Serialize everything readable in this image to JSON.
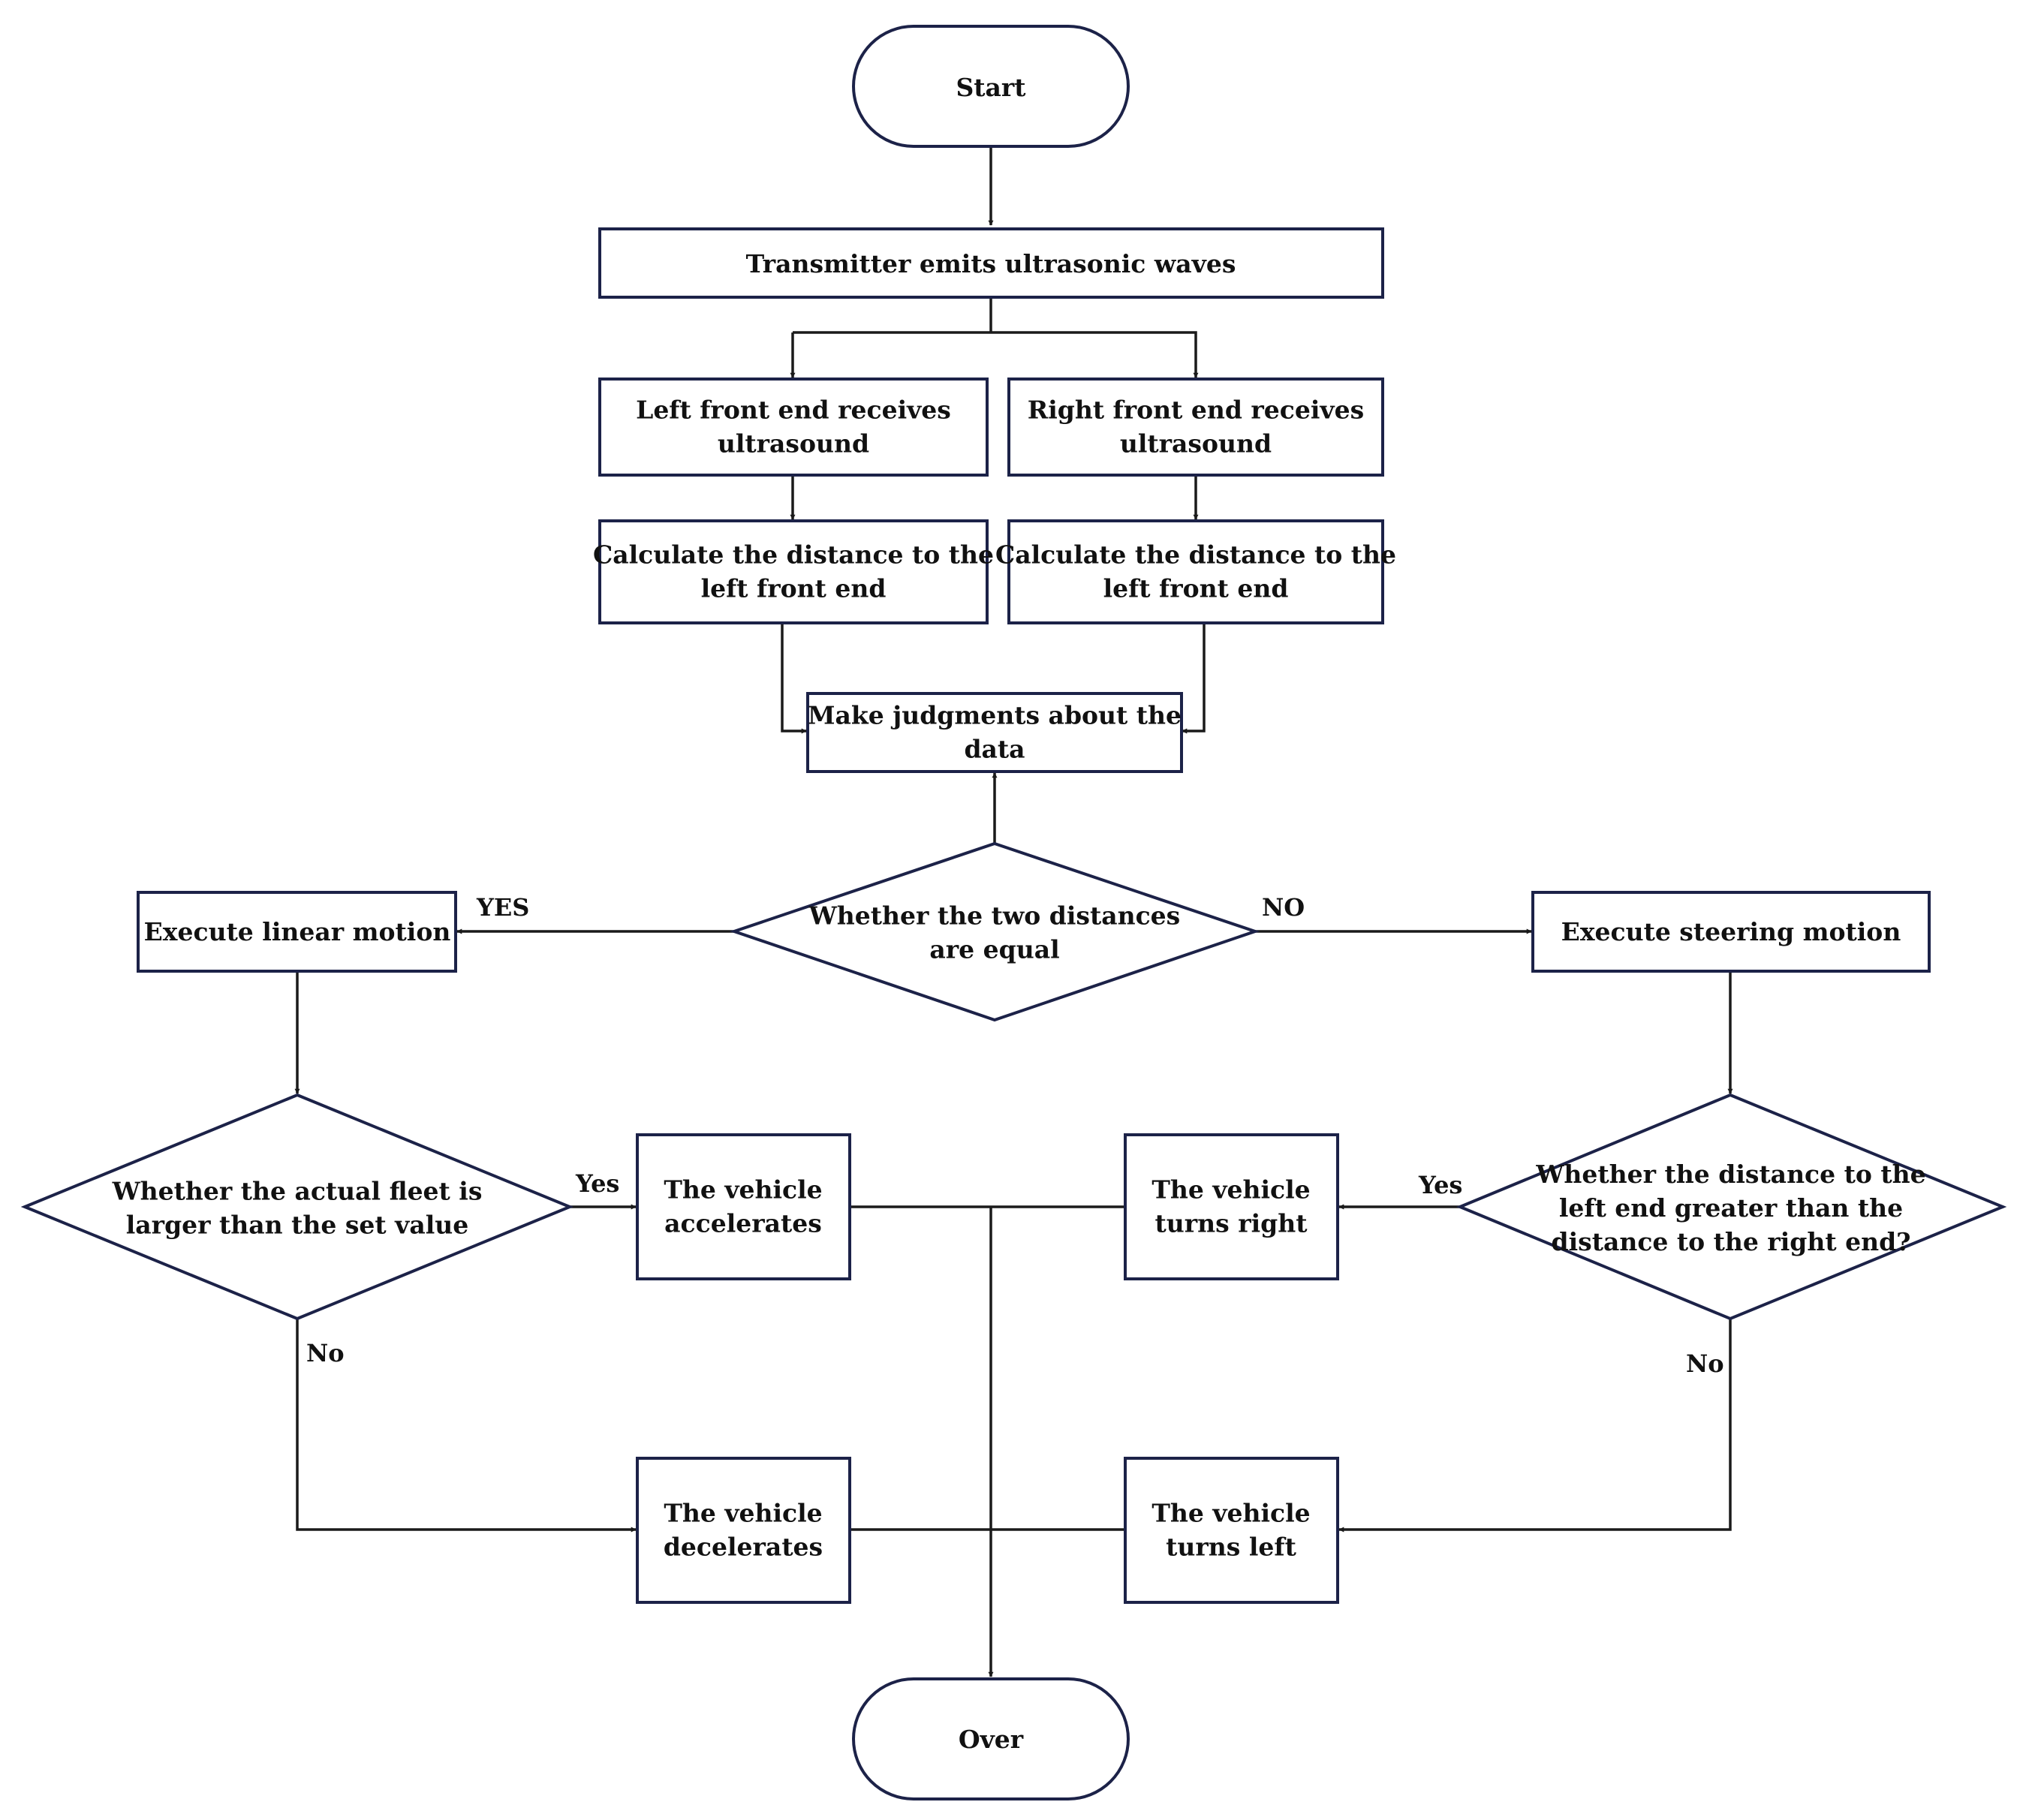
{
  "nodes": {
    "start": {
      "lines": [
        "Start"
      ]
    },
    "emit": {
      "lines": [
        "Transmitter emits ultrasonic waves"
      ]
    },
    "left_receive": {
      "lines": [
        "Left front end receives",
        "ultrasound"
      ]
    },
    "right_receive": {
      "lines": [
        "Right front end receives",
        "ultrasound"
      ]
    },
    "left_calc": {
      "lines": [
        "Calculate the distance to the",
        "left front end"
      ]
    },
    "right_calc": {
      "lines": [
        "Calculate the distance to the",
        "left front end"
      ]
    },
    "judge": {
      "lines": [
        "Make judgments about the",
        "data"
      ]
    },
    "equal_decision": {
      "lines": [
        "Whether the two  distances",
        "are equal"
      ]
    },
    "linear": {
      "lines": [
        "Execute linear motion"
      ]
    },
    "steering": {
      "lines": [
        "Execute steering motion"
      ]
    },
    "fleet_decision": {
      "lines": [
        "Whether the actual fleet is",
        "larger than the set value"
      ]
    },
    "distance_decision": {
      "lines": [
        "Whether the distance to the",
        "left end greater than the",
        "distance to the right end?"
      ]
    },
    "accelerates": {
      "lines": [
        "The vehicle",
        "accelerates"
      ]
    },
    "decelerates": {
      "lines": [
        "The vehicle",
        "decelerates"
      ]
    },
    "turns_right": {
      "lines": [
        "The vehicle",
        "turns right"
      ]
    },
    "turns_left": {
      "lines": [
        "The vehicle",
        "turns left"
      ]
    },
    "over": {
      "lines": [
        "Over"
      ]
    }
  },
  "edge_labels": {
    "yes_linear": "YES",
    "no_steering": "NO",
    "yes_accelerate": "Yes",
    "no_decelerate": "No",
    "yes_turn_right": "Yes",
    "no_turn_left": "No"
  }
}
